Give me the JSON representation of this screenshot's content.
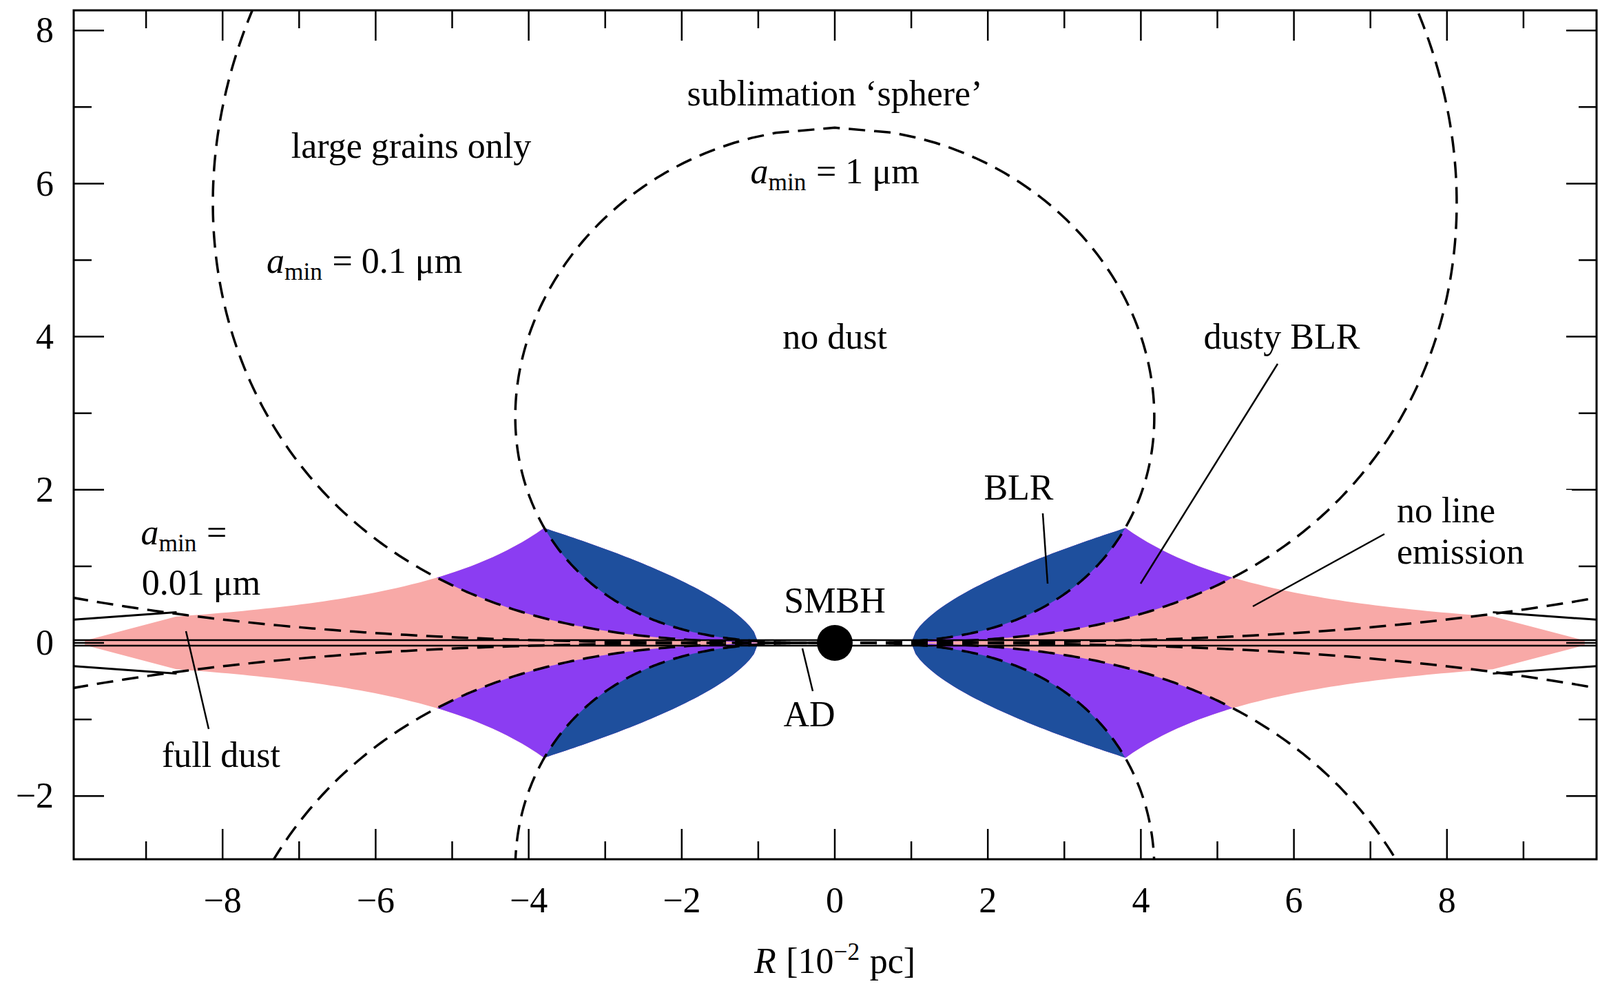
{
  "diagram": {
    "labels": [
      "sublimation ‘sphere’",
      "8",
      "large grains only",
      "a",
      "min",
      "= 1 μm",
      "6",
      "a",
      "min",
      "= 0.1 μm",
      "4",
      "no dust",
      "dusty BLR",
      "2",
      "BLR",
      "no line emission",
      "a",
      "min",
      "=",
      "0.01 μm",
      "SMBH",
      "0",
      "AD",
      "full dust",
      "−2",
      "−8",
      "−6",
      "−4",
      "−2",
      "0",
      "2",
      "4",
      "6",
      "8",
      "R",
      "[10",
      "−2",
      "pc]"
    ]
  }
}
